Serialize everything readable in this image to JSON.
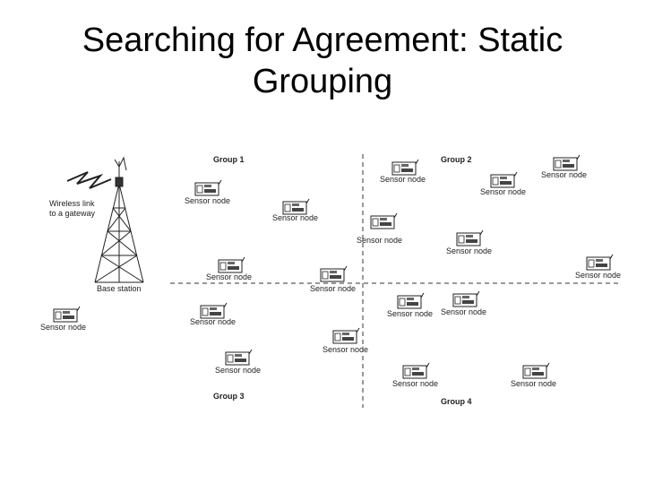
{
  "title": {
    "line1": "Searching for Agreement: Static",
    "line2": "Grouping"
  },
  "diagram": {
    "base_station_label": "Base station",
    "wireless_link_label_line1": "Wireless link",
    "wireless_link_label_line2": "to a gateway",
    "groups": [
      "Group 1",
      "Group 2",
      "Group 3",
      "Group 4"
    ],
    "sensor_node_label": "Sensor node",
    "sensor_node_count": 18,
    "colors": {
      "line": "#333333",
      "node_fill": "#ffffff",
      "node_stroke": "#222222"
    }
  }
}
